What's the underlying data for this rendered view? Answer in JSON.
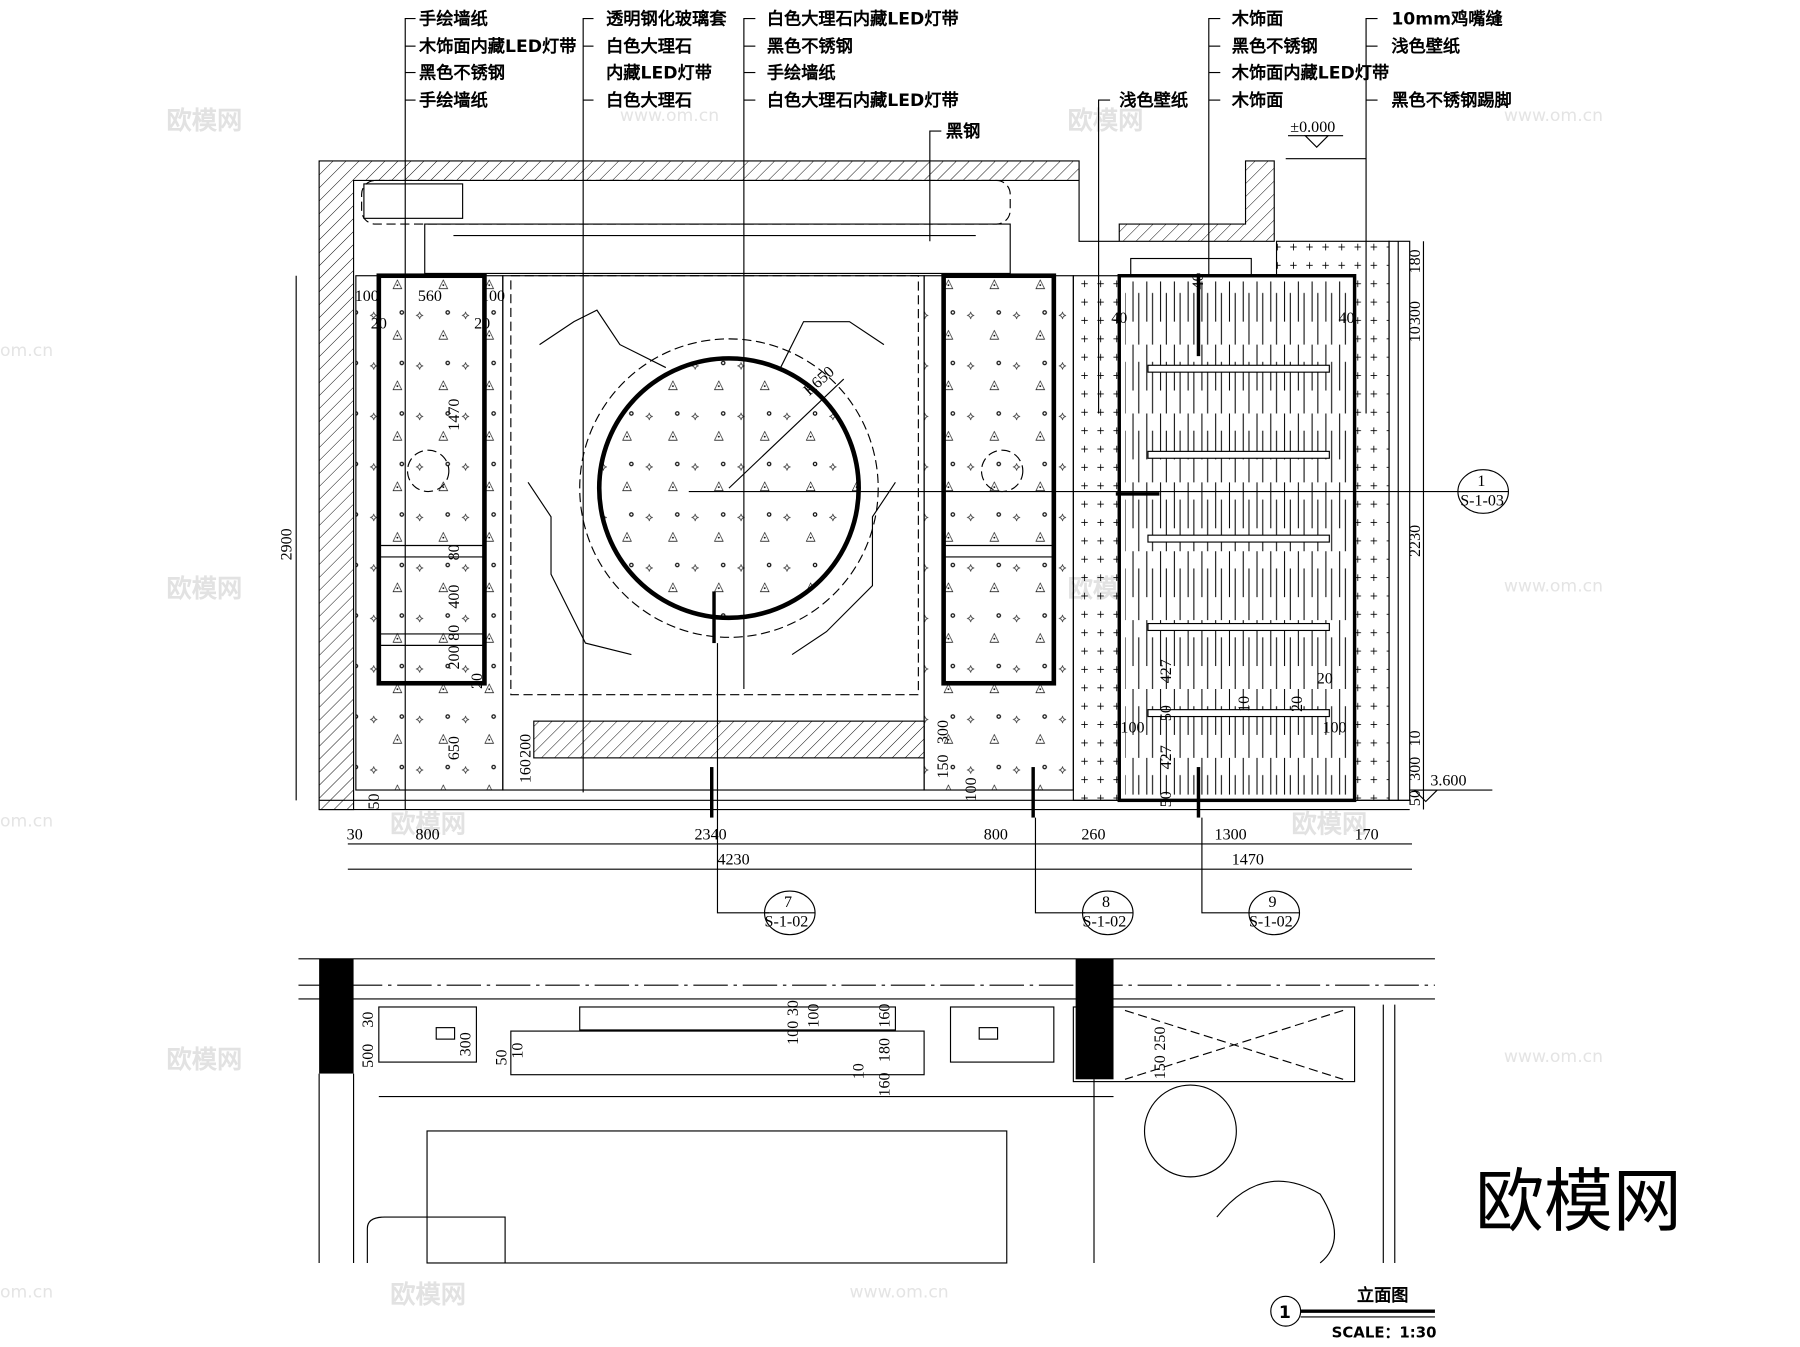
{
  "drawing": {
    "title": "立面图",
    "number": "1",
    "scale": "SCALE：1:30",
    "watermark_logo": "欧模网",
    "watermark_url": "www.om.cn"
  },
  "callouts": {
    "group1": [
      "手绘墙纸",
      "木饰面内藏LED灯带",
      "黑色不锈钢",
      "手绘墙纸"
    ],
    "group2": [
      "透明钢化玻璃套",
      "白色大理石",
      "内藏LED灯带",
      "白色大理石"
    ],
    "group3": [
      "白色大理石内藏LED灯带",
      "黑色不锈钢",
      "手绘墙纸",
      "白色大理石内藏LED灯带"
    ],
    "black_steel": "黑钢",
    "wallpaper": "浅色壁纸",
    "group4": [
      "木饰面",
      "黑色不锈钢",
      "木饰面内藏LED灯带",
      "木饰面"
    ],
    "group5": [
      "10mm鸡嘴缝",
      "浅色壁纸",
      "黑色不锈钢踢脚"
    ]
  },
  "levels": {
    "top": "±0.000",
    "bottom": "3.600"
  },
  "dims": {
    "bottom_row1": [
      "30",
      "800",
      "2340",
      "800",
      "260",
      "1300",
      "170"
    ],
    "bottom_row2": [
      "4230",
      "1470"
    ],
    "height_total": "2900",
    "left_panel": [
      "100",
      "560",
      "100",
      "20",
      "20",
      "1470",
      "80",
      "400",
      "200",
      "80",
      "20",
      "650",
      "50"
    ],
    "center": [
      "R650",
      "200",
      "160",
      "300",
      "150",
      "100"
    ],
    "door": [
      "40",
      "40",
      "40",
      "427",
      "50",
      "427",
      "50",
      "10",
      "20",
      "20",
      "100",
      "100"
    ],
    "right": [
      "180",
      "300",
      "10",
      "2230",
      "10",
      "300",
      "50"
    ],
    "plan": [
      "30",
      "500",
      "300",
      "50",
      "10",
      "30",
      "100",
      "100",
      "160",
      "180",
      "160",
      "10",
      "250",
      "150"
    ]
  },
  "sections": [
    {
      "num": "1",
      "sheet": "S-1-03"
    },
    {
      "num": "7",
      "sheet": "S-1-02"
    },
    {
      "num": "8",
      "sheet": "S-1-02"
    },
    {
      "num": "9",
      "sheet": "S-1-02"
    }
  ]
}
